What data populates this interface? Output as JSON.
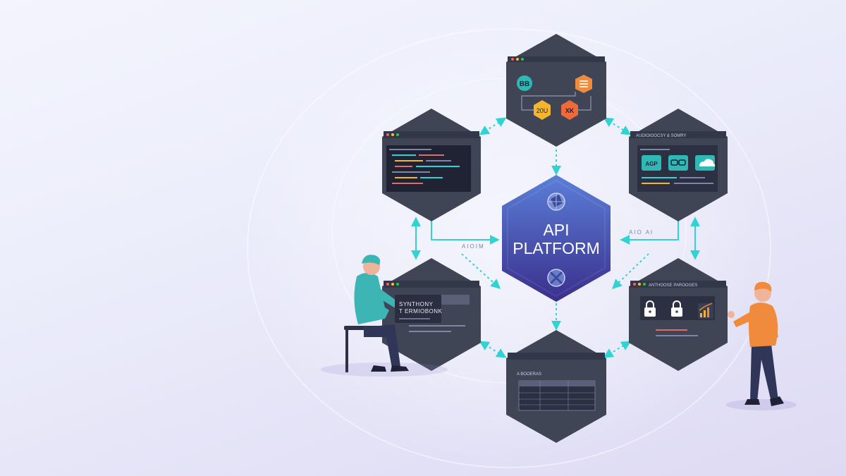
{
  "center": {
    "line1": "API",
    "line2": "PLATFORM"
  },
  "nodes": {
    "top": {
      "badges": [
        "BB",
        "20U",
        "XK"
      ]
    },
    "left_top": {},
    "right_top": {
      "header": "AUDIOIOOCSY & SOMRY",
      "badges": [
        "AGP"
      ]
    },
    "left_bottom": {
      "title_line1": "SYNTHONY",
      "title_line2": "T ERMIOBONK"
    },
    "right_bottom": {
      "header": "ANTHOOSE PAROOGES"
    },
    "bottom": {
      "header": "A BOOERAS"
    }
  },
  "connectors": {
    "left_label": "ΑΙΟΙΜ",
    "right_label": "ΑΙΟ ΑΙ"
  },
  "colors": {
    "accent": "#2fd3d3",
    "hex_dark": "#404556",
    "center_top": "#5b7fd8",
    "center_bottom": "#3a2f8c",
    "person_left_shirt": "#3cb5b4",
    "person_right_shirt": "#f08a3c"
  }
}
